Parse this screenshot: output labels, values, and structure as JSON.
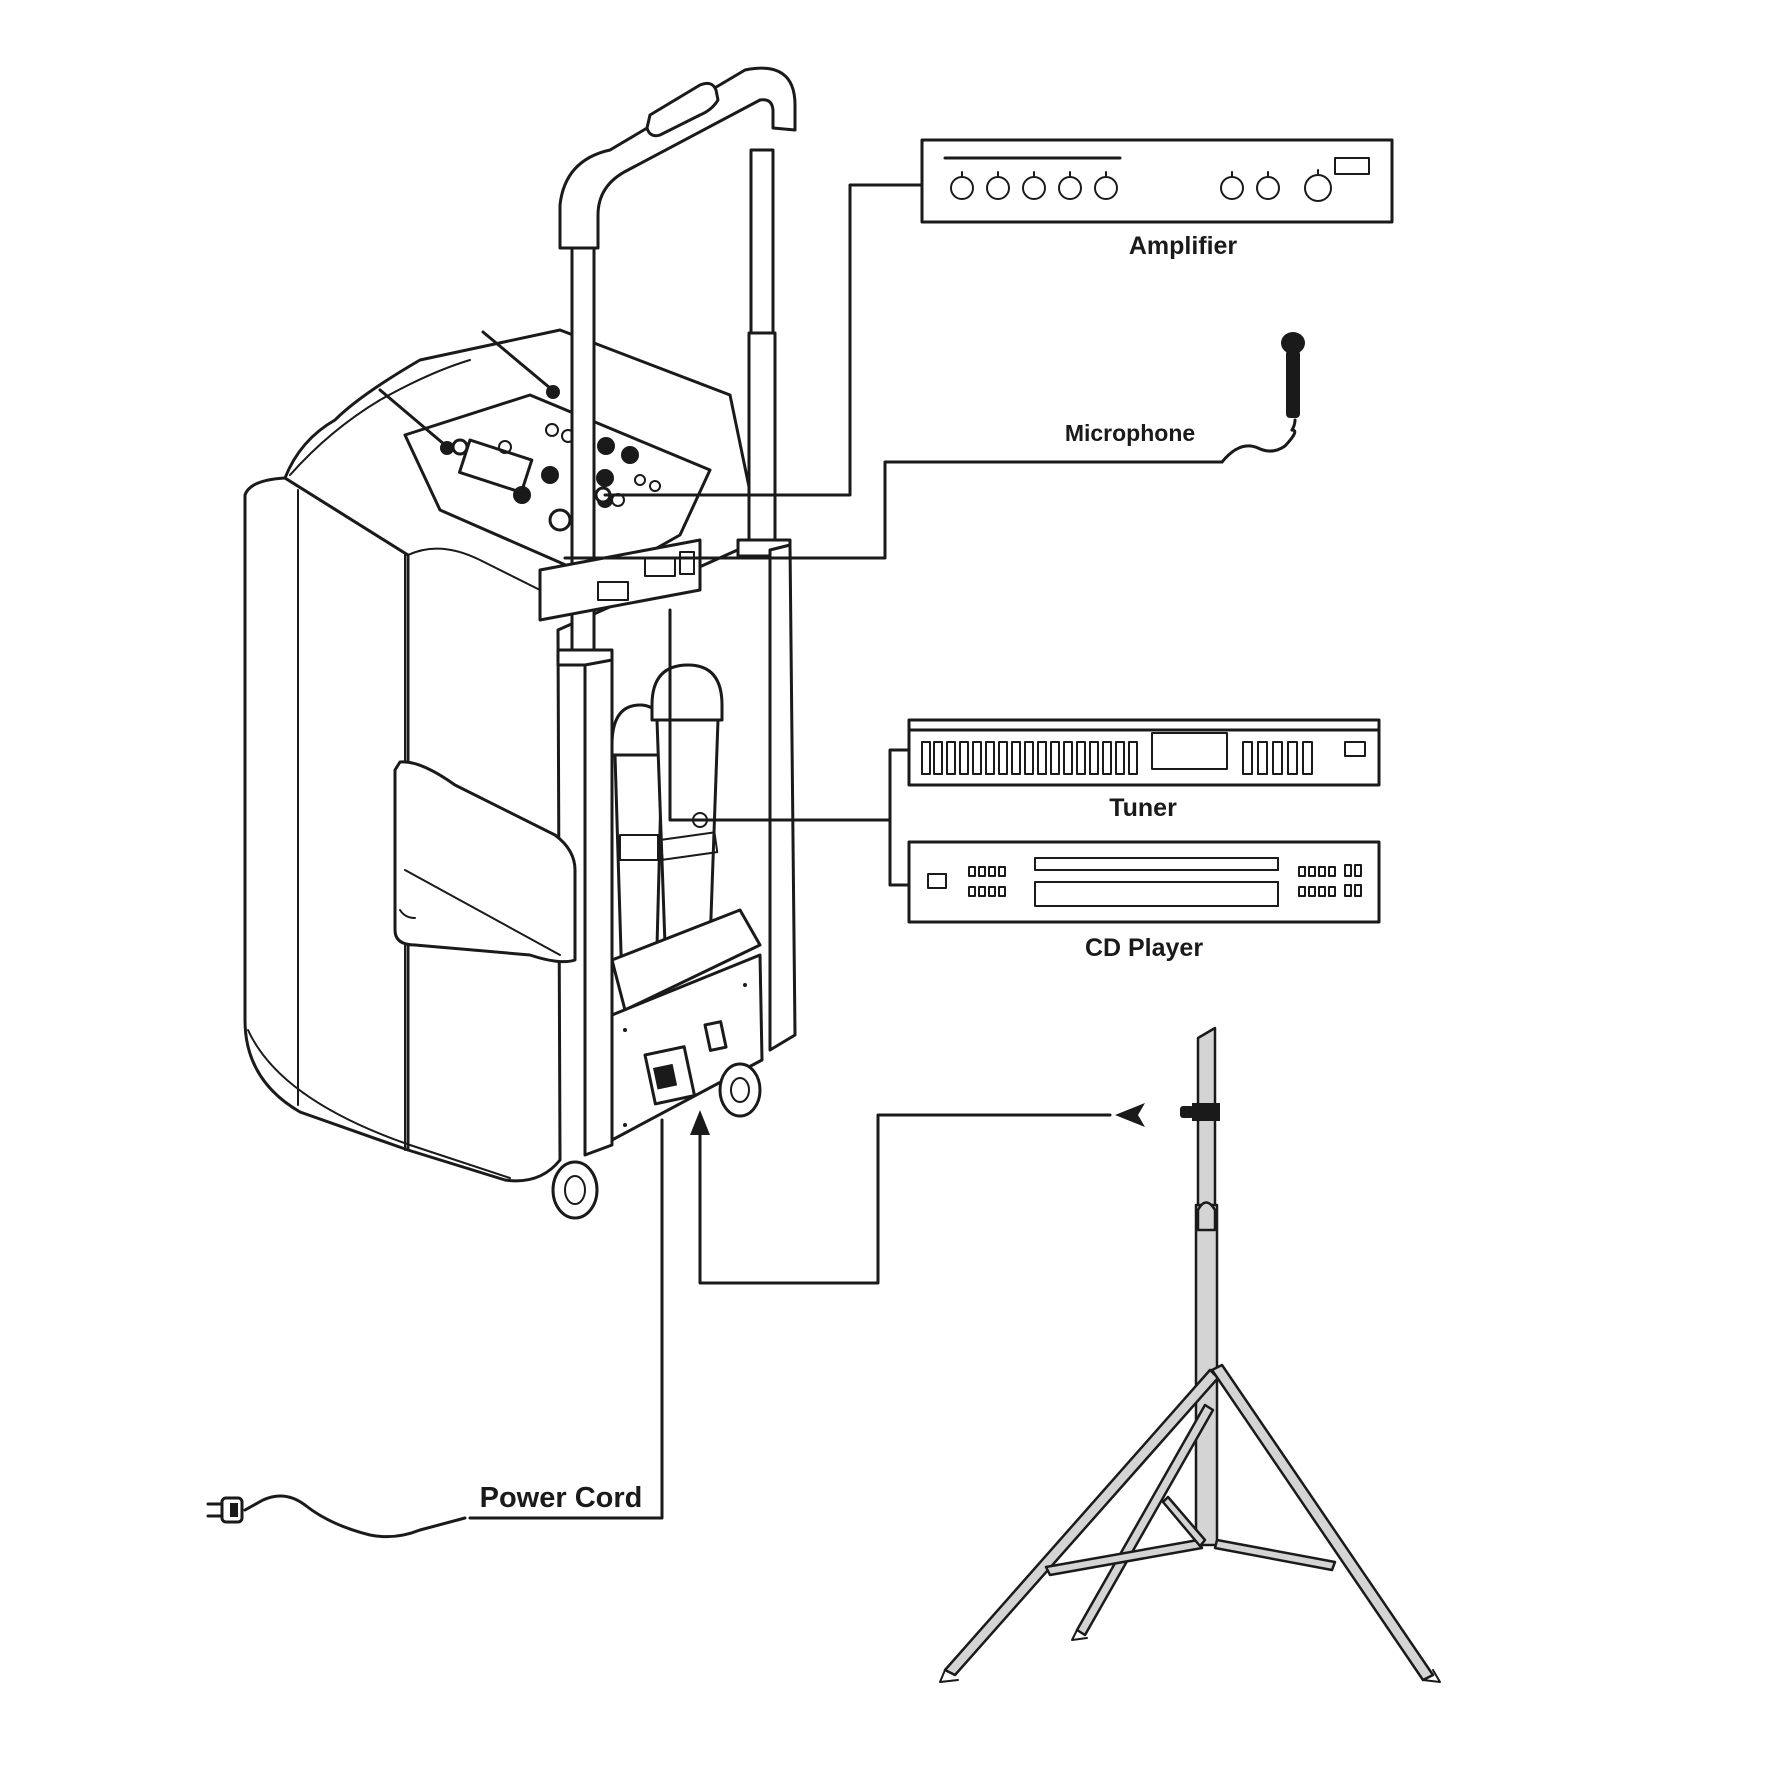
{
  "labels": {
    "amplifier": "Amplifier",
    "microphone": "Microphone",
    "tuner": "Tuner",
    "cd_player": "CD Player",
    "power_cord": "Power Cord"
  },
  "colors": {
    "line": "#1a1a1a",
    "stand_fill": "#d4d4d4",
    "background": "#ffffff"
  }
}
